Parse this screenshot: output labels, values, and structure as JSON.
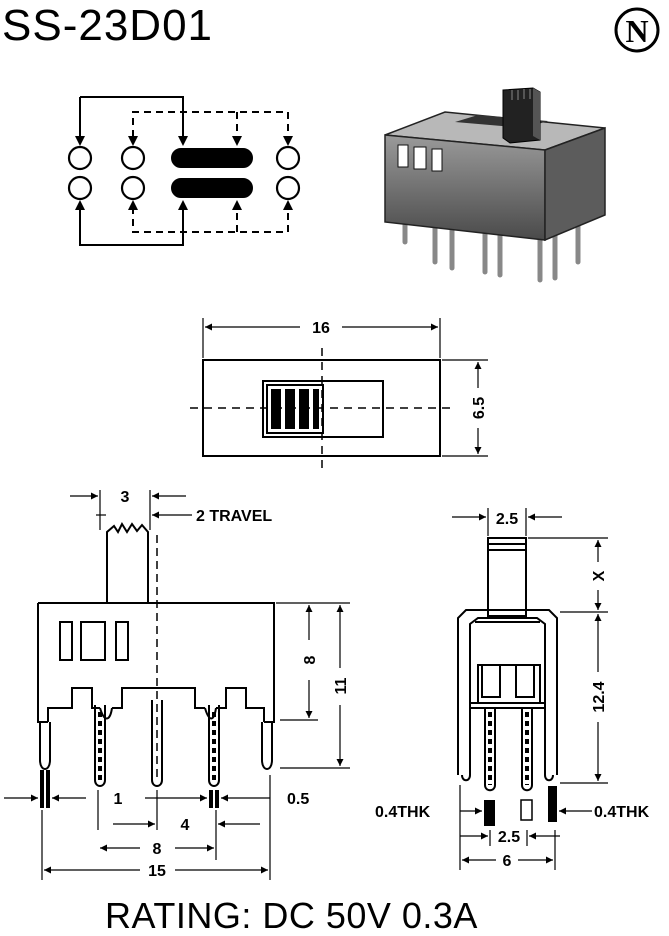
{
  "title": "SS-23D01",
  "logo_letter": "N",
  "rating": "RATING: DC 50V 0.3A",
  "top_view": {
    "length": "16",
    "width": "6.5"
  },
  "front_view": {
    "actuator_width": "3",
    "travel": "2 TRAVEL",
    "body_height": "8",
    "total_height": "11",
    "pin_width": "1",
    "pin_to_leg": "0.5",
    "pin_pitch": "4",
    "outer_pin_span": "8",
    "body_length": "15"
  },
  "side_view": {
    "actuator_width": "2.5",
    "actuator_height": "X",
    "body_height": "12.4",
    "thickness_left": "0.4THK",
    "thickness_right": "0.4THK",
    "pin_pitch": "2.5",
    "body_width": "6"
  }
}
